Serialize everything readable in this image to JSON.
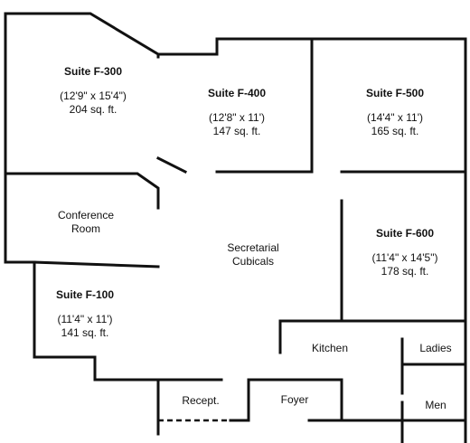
{
  "rooms": {
    "suite_f300": {
      "name": "Suite F-300",
      "dimensions": "(12'9\" x 15'4\")",
      "area": "204 sq. ft."
    },
    "suite_f400": {
      "name": "Suite F-400",
      "dimensions": "(12'8\" x 11')",
      "area": "147 sq. ft."
    },
    "suite_f500": {
      "name": "Suite F-500",
      "dimensions": "(14'4\" x 11')",
      "area": "165 sq. ft."
    },
    "suite_f600": {
      "name": "Suite F-600",
      "dimensions": "(11'4\" x 14'5\")",
      "area": "178 sq. ft."
    },
    "suite_f100": {
      "name": "Suite F-100",
      "dimensions": "(11'4\" x 11')",
      "area": "141 sq. ft."
    },
    "conference": {
      "line1": "Conference",
      "line2": "Room"
    },
    "secretarial": {
      "line1": "Secretarial",
      "line2": "Cubicals"
    },
    "kitchen": {
      "name": "Kitchen"
    },
    "ladies": {
      "name": "Ladies"
    },
    "men": {
      "name": "Men"
    },
    "recept": {
      "name": "Recept."
    },
    "foyer": {
      "name": "Foyer"
    }
  },
  "colors": {
    "wall": "#111111",
    "background": "#ffffff"
  }
}
